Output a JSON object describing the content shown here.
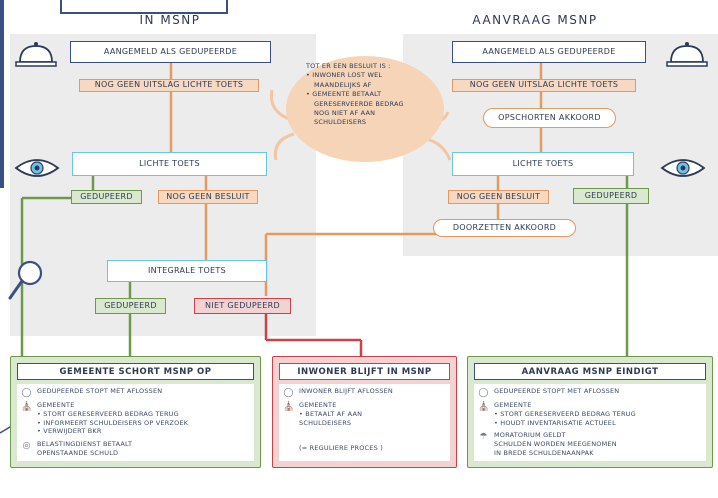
{
  "columns": {
    "left": "IN MSNP",
    "right": "AANVRAAG MSNP"
  },
  "left": {
    "registered": "AANGEMELD ALS GEDUPEERDE",
    "no_result": "NOG GEEN UITSLAG LICHTE TOETS",
    "light_check": "LICHTE TOETS",
    "affected": "GEDUPEERD",
    "no_decision": "NOG GEEN BESLUIT",
    "integral_check": "INTEGRALE TOETS",
    "affected_2": "GEDUPEERD",
    "not_affected": "NIET GEDUPEERD"
  },
  "right": {
    "registered": "AANGEMELD ALS GEDUPEERDE",
    "no_result": "NOG GEEN UITSLAG LICHTE TOETS",
    "suspend": "OPSCHORTEN AKKOORD",
    "light_check": "LICHTE TOETS",
    "no_decision": "NOG GEEN BESLUIT",
    "affected": "GEDUPEERD",
    "continue": "DOORZETTEN AKKOORD"
  },
  "center_note": {
    "line1": "TOT ER EEN BESLUIT IS :",
    "line2": "• INWONER LOST WEL",
    "line3": "MAANDELIJKS AF",
    "line4": "• GEMEENTE BETAALT",
    "line5": "GERESERVEERDE BEDRAG",
    "line6": "NOG NIET AF AAN",
    "line7": "SCHULDEISERS"
  },
  "results": {
    "left": {
      "title": "GEMEENTE SCHORT MSNP OP",
      "row1": "GEDUPEERDE STOPT MET AFLOSSEN",
      "row2": "GEMEENTE\n• STORT GERESERVEERD BEDRAG TERUG\n• INFORMEERT SCHULDEISERS OP VERZOEK\n• VERWIJDERT BKR",
      "row3": "BELASTINGDIENST BETAALT\nOPENSTAANDE SCHULD"
    },
    "middle": {
      "title": "INWONER BLIJFT IN MSNP",
      "row1": "INWONER BLIJFT AFLOSSEN",
      "row2": "GEMEENTE\n• BETAALT AF AAN\nSCHULDEISERS",
      "row3": "(= REGULIERE PROCES )"
    },
    "right": {
      "title": "AANVRAAG MSNP EINDIGT",
      "row1": "GEDUPEERDE STOPT MET AFLOSSEN",
      "row2": "GEMEENTE\n• STORT GERESERVEERD BEDRAG TERUG\n• HOUDT INVENTARISATIE ACTUEEL",
      "row3": "MORATORIUM GELDT\nSCHULDEN WORDEN MEEGENOMEN\nIN BREDE SCHULDENAANPAK"
    }
  },
  "colors": {
    "green": "#6c9a4a",
    "green_fill": "#dbe8d0",
    "orange": "#e29a60",
    "orange_fill": "#f6d9c0",
    "blue": "#6cc3e8",
    "navy": "#3a4f86",
    "red": "#c8424a",
    "red_fill": "#f3d2d2"
  }
}
